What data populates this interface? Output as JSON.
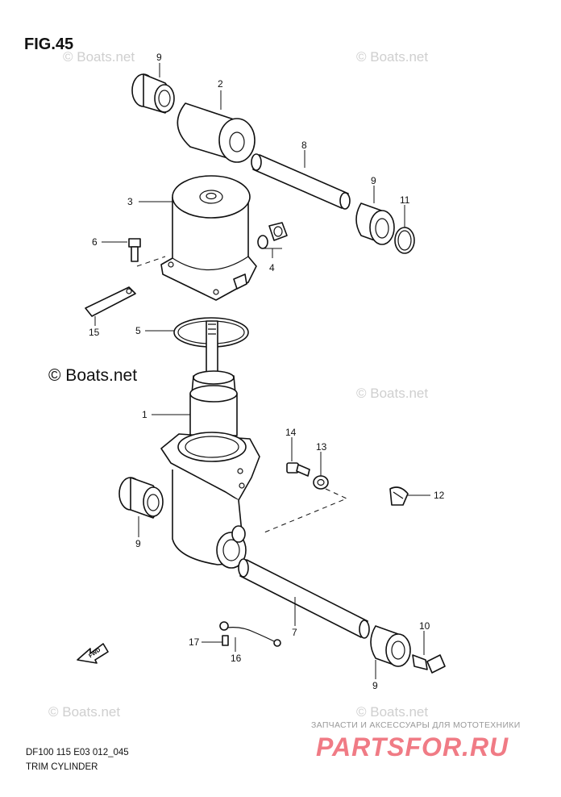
{
  "figure": {
    "title": "FIG.45",
    "code": "DF100 115 E03 012_045",
    "section_title": "TRIM CYLINDER"
  },
  "watermarks": {
    "main": "© Boats.net",
    "faint": "© Boats.net"
  },
  "shop": {
    "tagline": "ЗАПЧАСТИ И АКСЕССУАРЫ ДЛЯ МОТОТЕХНИКИ",
    "logo": "PARTSFOR.RU"
  },
  "fwd_label": "FWD",
  "callouts": {
    "c1": "1",
    "c2": "2",
    "c3": "3",
    "c4": "4",
    "c5": "5",
    "c6": "6",
    "c7": "7",
    "c8": "8",
    "c9a": "9",
    "c9b": "9",
    "c9c": "9",
    "c9d": "9",
    "c10": "10",
    "c11": "11",
    "c12": "12",
    "c13": "13",
    "c14": "14",
    "c15": "15",
    "c16": "16",
    "c17": "17"
  },
  "colors": {
    "logo": "#f07b85",
    "watermark": "#cfcfcf"
  }
}
